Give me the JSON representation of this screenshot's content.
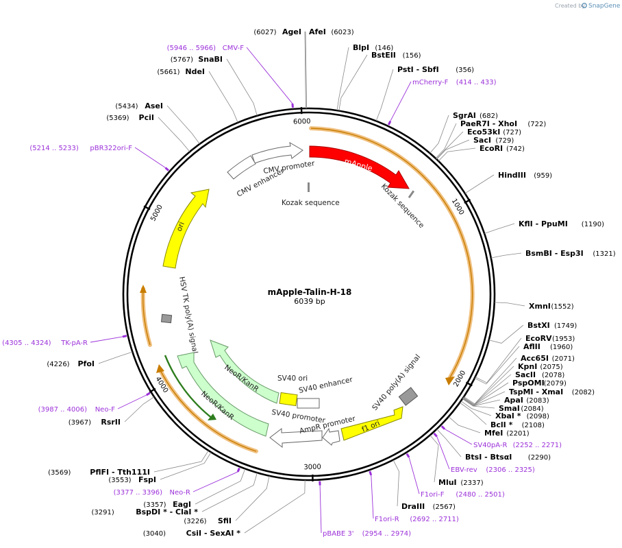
{
  "credit": {
    "prefix": "Created by",
    "brand": "SnapGene"
  },
  "plasmid": {
    "name": "mApple-Talin-H-18",
    "length_label": "6039 bp",
    "length": 6039
  },
  "ticks": [
    {
      "pos": 1000,
      "label": "1000"
    },
    {
      "pos": 2000,
      "label": "2000"
    },
    {
      "pos": 3000,
      "label": "3000"
    },
    {
      "pos": 4000,
      "label": "4000"
    },
    {
      "pos": 5000,
      "label": "5000"
    },
    {
      "pos": 6000,
      "label": "6000"
    }
  ],
  "sites": [
    {
      "name": "AgeI",
      "pos": "(6027)",
      "bp": 6027
    },
    {
      "name": "AfeI",
      "pos": "(6023)",
      "bp": 6023
    },
    {
      "name": "BlpI",
      "pos": "(146)",
      "bp": 146
    },
    {
      "name": "BstEII",
      "pos": "(156)",
      "bp": 156
    },
    {
      "name": "PstI  - SbfI",
      "pos": "(356)",
      "bp": 356
    },
    {
      "name": "SgrAI",
      "pos": "(682)",
      "bp": 682
    },
    {
      "name": "PaeR7I  - XhoI",
      "pos": "(722)",
      "bp": 722
    },
    {
      "name": "Eco53kI",
      "pos": "(727)",
      "bp": 727
    },
    {
      "name": "SacI",
      "pos": "(729)",
      "bp": 729
    },
    {
      "name": "EcoRI",
      "pos": "(742)",
      "bp": 742
    },
    {
      "name": "HindIII",
      "pos": "(959)",
      "bp": 959
    },
    {
      "name": "KflI  - PpuMI",
      "pos": "(1190)",
      "bp": 1190
    },
    {
      "name": "BsmBI  - Esp3I",
      "pos": "(1321)",
      "bp": 1321
    },
    {
      "name": "XmnI",
      "pos": "(1552)",
      "bp": 1552
    },
    {
      "name": "BstXI",
      "pos": "(1749)",
      "bp": 1749
    },
    {
      "name": "EcoRV",
      "pos": "(1953)",
      "bp": 1953
    },
    {
      "name": "AflII",
      "pos": "(1960)",
      "bp": 1960
    },
    {
      "name": "Acc65I",
      "pos": "(2071)",
      "bp": 2071
    },
    {
      "name": "KpnI",
      "pos": "(2075)",
      "bp": 2075
    },
    {
      "name": "SacII",
      "pos": "(2078)",
      "bp": 2078
    },
    {
      "name": "PspOMI",
      "pos": "(2079)",
      "bp": 2079
    },
    {
      "name": "TspMI  - XmaI",
      "pos": "(2082)",
      "bp": 2082
    },
    {
      "name": "ApaI",
      "pos": "(2083)",
      "bp": 2083
    },
    {
      "name": "SmaI",
      "pos": "(2084)",
      "bp": 2084
    },
    {
      "name": "XbaI *",
      "pos": "(2098)",
      "bp": 2098
    },
    {
      "name": "BclI *",
      "pos": "(2108)",
      "bp": 2108
    },
    {
      "name": "MfeI",
      "pos": "(2201)",
      "bp": 2201
    },
    {
      "name": "BtsI  - BtsαI",
      "pos": "(2290)",
      "bp": 2290
    },
    {
      "name": "MluI",
      "pos": "(2337)",
      "bp": 2337
    },
    {
      "name": "DraIII",
      "pos": "(2567)",
      "bp": 2567
    },
    {
      "name": "CsiI  - SexAI *",
      "pos": "(3040)",
      "bp": 3040
    },
    {
      "name": "SfiI",
      "pos": "(3226)",
      "bp": 3226
    },
    {
      "name": "BspDI *  - ClaI *",
      "pos": "(3291)",
      "bp": 3291
    },
    {
      "name": "EagI",
      "pos": "(3357)",
      "bp": 3357
    },
    {
      "name": "FspI",
      "pos": "(3553)",
      "bp": 3553
    },
    {
      "name": "PflFI  - Tth111I",
      "pos": "(3569)",
      "bp": 3569
    },
    {
      "name": "RsrII",
      "pos": "(3967)",
      "bp": 3967
    },
    {
      "name": "PfoI",
      "pos": "(4226)",
      "bp": 4226
    },
    {
      "name": "PciI",
      "pos": "(5369)",
      "bp": 5369
    },
    {
      "name": "AseI",
      "pos": "(5434)",
      "bp": 5434
    },
    {
      "name": "NdeI",
      "pos": "(5661)",
      "bp": 5661
    },
    {
      "name": "SnaBI",
      "pos": "(5767)",
      "bp": 5767
    }
  ],
  "primers": [
    {
      "name": "CMV-F",
      "range": "(5946 .. 5966)",
      "bp": 5956
    },
    {
      "name": "mCherry-F",
      "range": "(414 .. 433)",
      "bp": 423
    },
    {
      "name": "SV40pA-R",
      "range": "(2252 .. 2271)",
      "bp": 2261
    },
    {
      "name": "EBV-rev",
      "range": "(2306 .. 2325)",
      "bp": 2315
    },
    {
      "name": "F1ori-F",
      "range": "(2480 .. 2501)",
      "bp": 2490
    },
    {
      "name": "F1ori-R",
      "range": "(2692 .. 2711)",
      "bp": 2701
    },
    {
      "name": "pBABE 3'",
      "range": "(2954 .. 2974)",
      "bp": 2964
    },
    {
      "name": "Neo-R",
      "range": "(3377 .. 3396)",
      "bp": 3386
    },
    {
      "name": "Neo-F",
      "range": "(3987 .. 4006)",
      "bp": 3996
    },
    {
      "name": "TK-pA-R",
      "range": "(4305 .. 4324)",
      "bp": 4314
    },
    {
      "name": "pBR322ori-F",
      "range": "(5214 .. 5233)",
      "bp": 5223
    }
  ],
  "features": [
    {
      "label": "mApple",
      "color": "#ff0000"
    },
    {
      "label": "Kozak sequence",
      "color": "#888888"
    },
    {
      "label": "Kozak sequence",
      "color": "#888888"
    },
    {
      "label": "CMV promoter",
      "color": "#ffffff"
    },
    {
      "label": "CMV enhancer",
      "color": "#ffffff"
    },
    {
      "label": "ori",
      "color": "#ffff00"
    },
    {
      "label": "HSV TK poly(A) signal",
      "color": "#999999"
    },
    {
      "label": "NeoR/KanR",
      "color": "#ccffcc"
    },
    {
      "label": "NeoR/KanR",
      "color": "#ccffcc"
    },
    {
      "label": "SV40 ori",
      "color": "#ffff00"
    },
    {
      "label": "SV40 enhancer",
      "color": "#ffffff"
    },
    {
      "label": "SV40 promoter",
      "color": "#ffffff"
    },
    {
      "label": "AmpR promoter",
      "color": "#ffffff"
    },
    {
      "label": "f1 ori",
      "color": "#ffff00"
    },
    {
      "label": "SV40 poly(A) signal",
      "color": "#999999"
    }
  ],
  "colors": {
    "backbone": "#000000",
    "primer": "#9b30d9",
    "orf_highlight": "#f0c080",
    "orf_line": "#c87d00",
    "neo_orf_line": "#2e7d1e"
  }
}
